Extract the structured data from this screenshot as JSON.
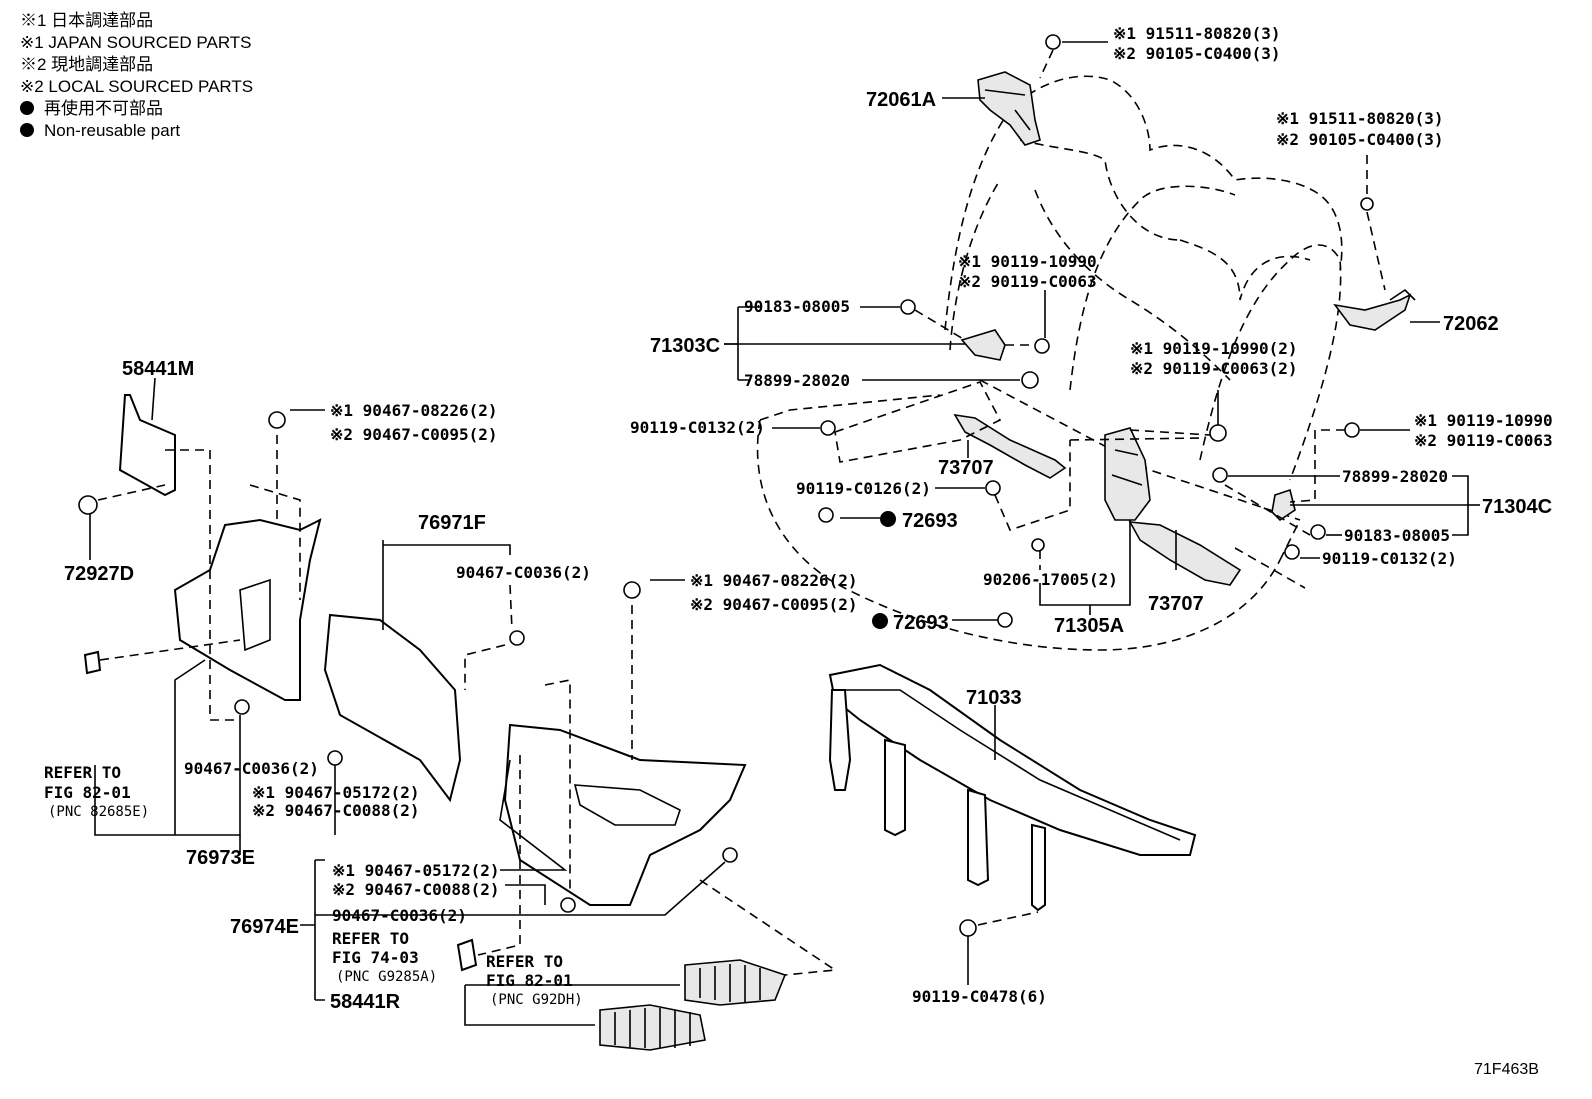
{
  "legend": {
    "note1_jp": "※1 日本調達部品",
    "note1_en": "※1 JAPAN SOURCED PARTS",
    "note2_jp": "※2 現地調達部品",
    "note2_en": "※2 LOCAL SOURCED PARTS",
    "nonreusable_jp": "再使用不可部品",
    "nonreusable_en": "Non-reusable part"
  },
  "figure_id": "71F463B",
  "callouts": {
    "c72061A": "72061A",
    "c72061A_n1": "※1 91511-80820(3)",
    "c72061A_n2": "※2 90105-C0400(3)",
    "c72062": "72062",
    "c72062_n1": "※1 91511-80820(3)",
    "c72062_n2": "※2 90105-C0400(3)",
    "c71303C": "71303C",
    "c90183a": "90183-08005",
    "c78899a": "78899-28020",
    "c90119_10990a_1": "※1 90119-10990",
    "c90119_10990a_2": "※2 90119-C0063",
    "c90119_c0132a": "90119-C0132(2)",
    "c73707a": "73707",
    "c90119_c0126": "90119-C0126(2)",
    "c72693a": "72693",
    "c72693b": "72693",
    "c90119_10990b_1": "※1 90119-10990(2)",
    "c90119_10990b_2": "※2 90119-C0063(2)",
    "c90119_10990c_1": "※1 90119-10990",
    "c90119_10990c_2": "※2 90119-C0063",
    "c78899b": "78899-28020",
    "c71304C": "71304C",
    "c90183b": "90183-08005",
    "c90119_c0132b": "90119-C0132(2)",
    "c90206": "90206-17005(2)",
    "c73707b": "73707",
    "c71305A": "71305A",
    "c71033": "71033",
    "c90119_c0478": "90119-C0478(6)",
    "c58441M": "58441M",
    "c72927D": "72927D",
    "c90467_08226a_1": "※1  90467-08226(2)",
    "c90467_08226a_2": "※2  90467-C0095(2)",
    "c76971F": "76971F",
    "c90467_c0036a": "90467-C0036(2)",
    "c90467_c0036b": "90467-C0036(2)",
    "c90467_05172a_1": "※1 90467-05172(2)",
    "c90467_05172a_2": "※2 90467-C0088(2)",
    "c76973E": "76973E",
    "ref1_line1": "REFER TO",
    "ref1_line2": "FIG 82-01",
    "ref1_line3": "(PNC 82685E)",
    "c90467_08226b_1": "※1   90467-08226(2)",
    "c90467_08226b_2": "※2   90467-C0095(2)",
    "c90467_05172b_1": "※1 90467-05172(2)",
    "c90467_05172b_2": "※2 90467-C0088(2)",
    "c90467_c0036c": "90467-C0036(2)",
    "c76974E": "76974E",
    "ref2_line1": "REFER TO",
    "ref2_line2": "FIG 74-03",
    "ref2_line3": "(PNC G9285A)",
    "ref3_line1": "REFER TO",
    "ref3_line2": "FIG 82-01",
    "ref3_line3": "(PNC G92DH)",
    "c58441R": "58441R"
  }
}
